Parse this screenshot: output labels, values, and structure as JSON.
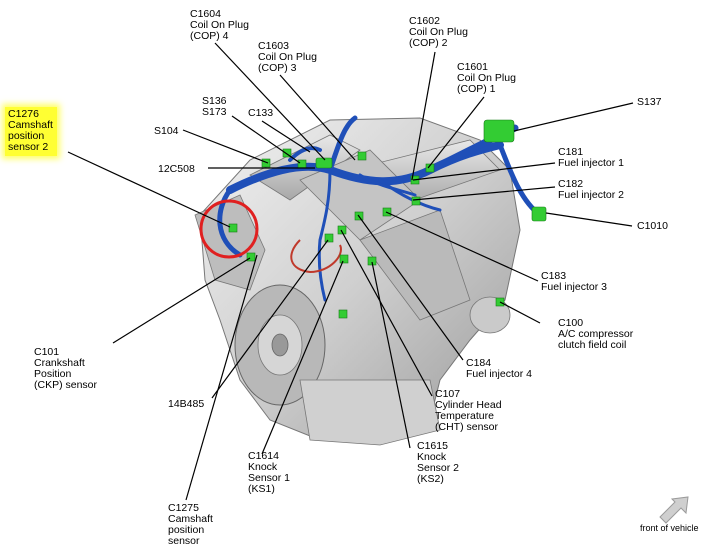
{
  "labels": {
    "c1604": "C1604\nCoil On Plug\n(COP) 4",
    "c1603": "C1603\nCoil On Plug\n(COP) 3",
    "c1602": "C1602\nCoil On Plug\n(COP) 2",
    "c1601": "C1601\nCoil On Plug\n(COP) 1",
    "s137": "S137",
    "s136_s173": "S136\nS173",
    "c133": "C133",
    "s104": "S104",
    "c1276": "C1276\nCamshaft\nposition\nsensor 2",
    "c181": "C181\nFuel injector 1",
    "c182": "C182\nFuel injector 2",
    "c12c508": "12C508",
    "c1010": "C1010",
    "c183": "C183\nFuel injector 3",
    "c100": "C100\nA/C compressor\nclutch field coil",
    "c101": "C101\nCrankshaft\nPosition\n(CKP) sensor",
    "c184": "C184\nFuel injector 4",
    "c107": "C107\nCylinder Head\nTemperature\n(CHT) sensor",
    "c14b485": "14B485",
    "c1615": "C1615\nKnock\nSensor 2\n(KS2)",
    "c1614": "C1614\nKnock\nSensor 1\n(KS1)",
    "c1275": "C1275\nCamshaft\nposition\nsensor"
  },
  "front_of_vehicle": "front of vehicle",
  "colors": {
    "harness": "#1f4fb8",
    "connector": "#33cc33",
    "highlight": "#ffff33",
    "circle": "#e02020",
    "engine": "#d8d8d8"
  }
}
